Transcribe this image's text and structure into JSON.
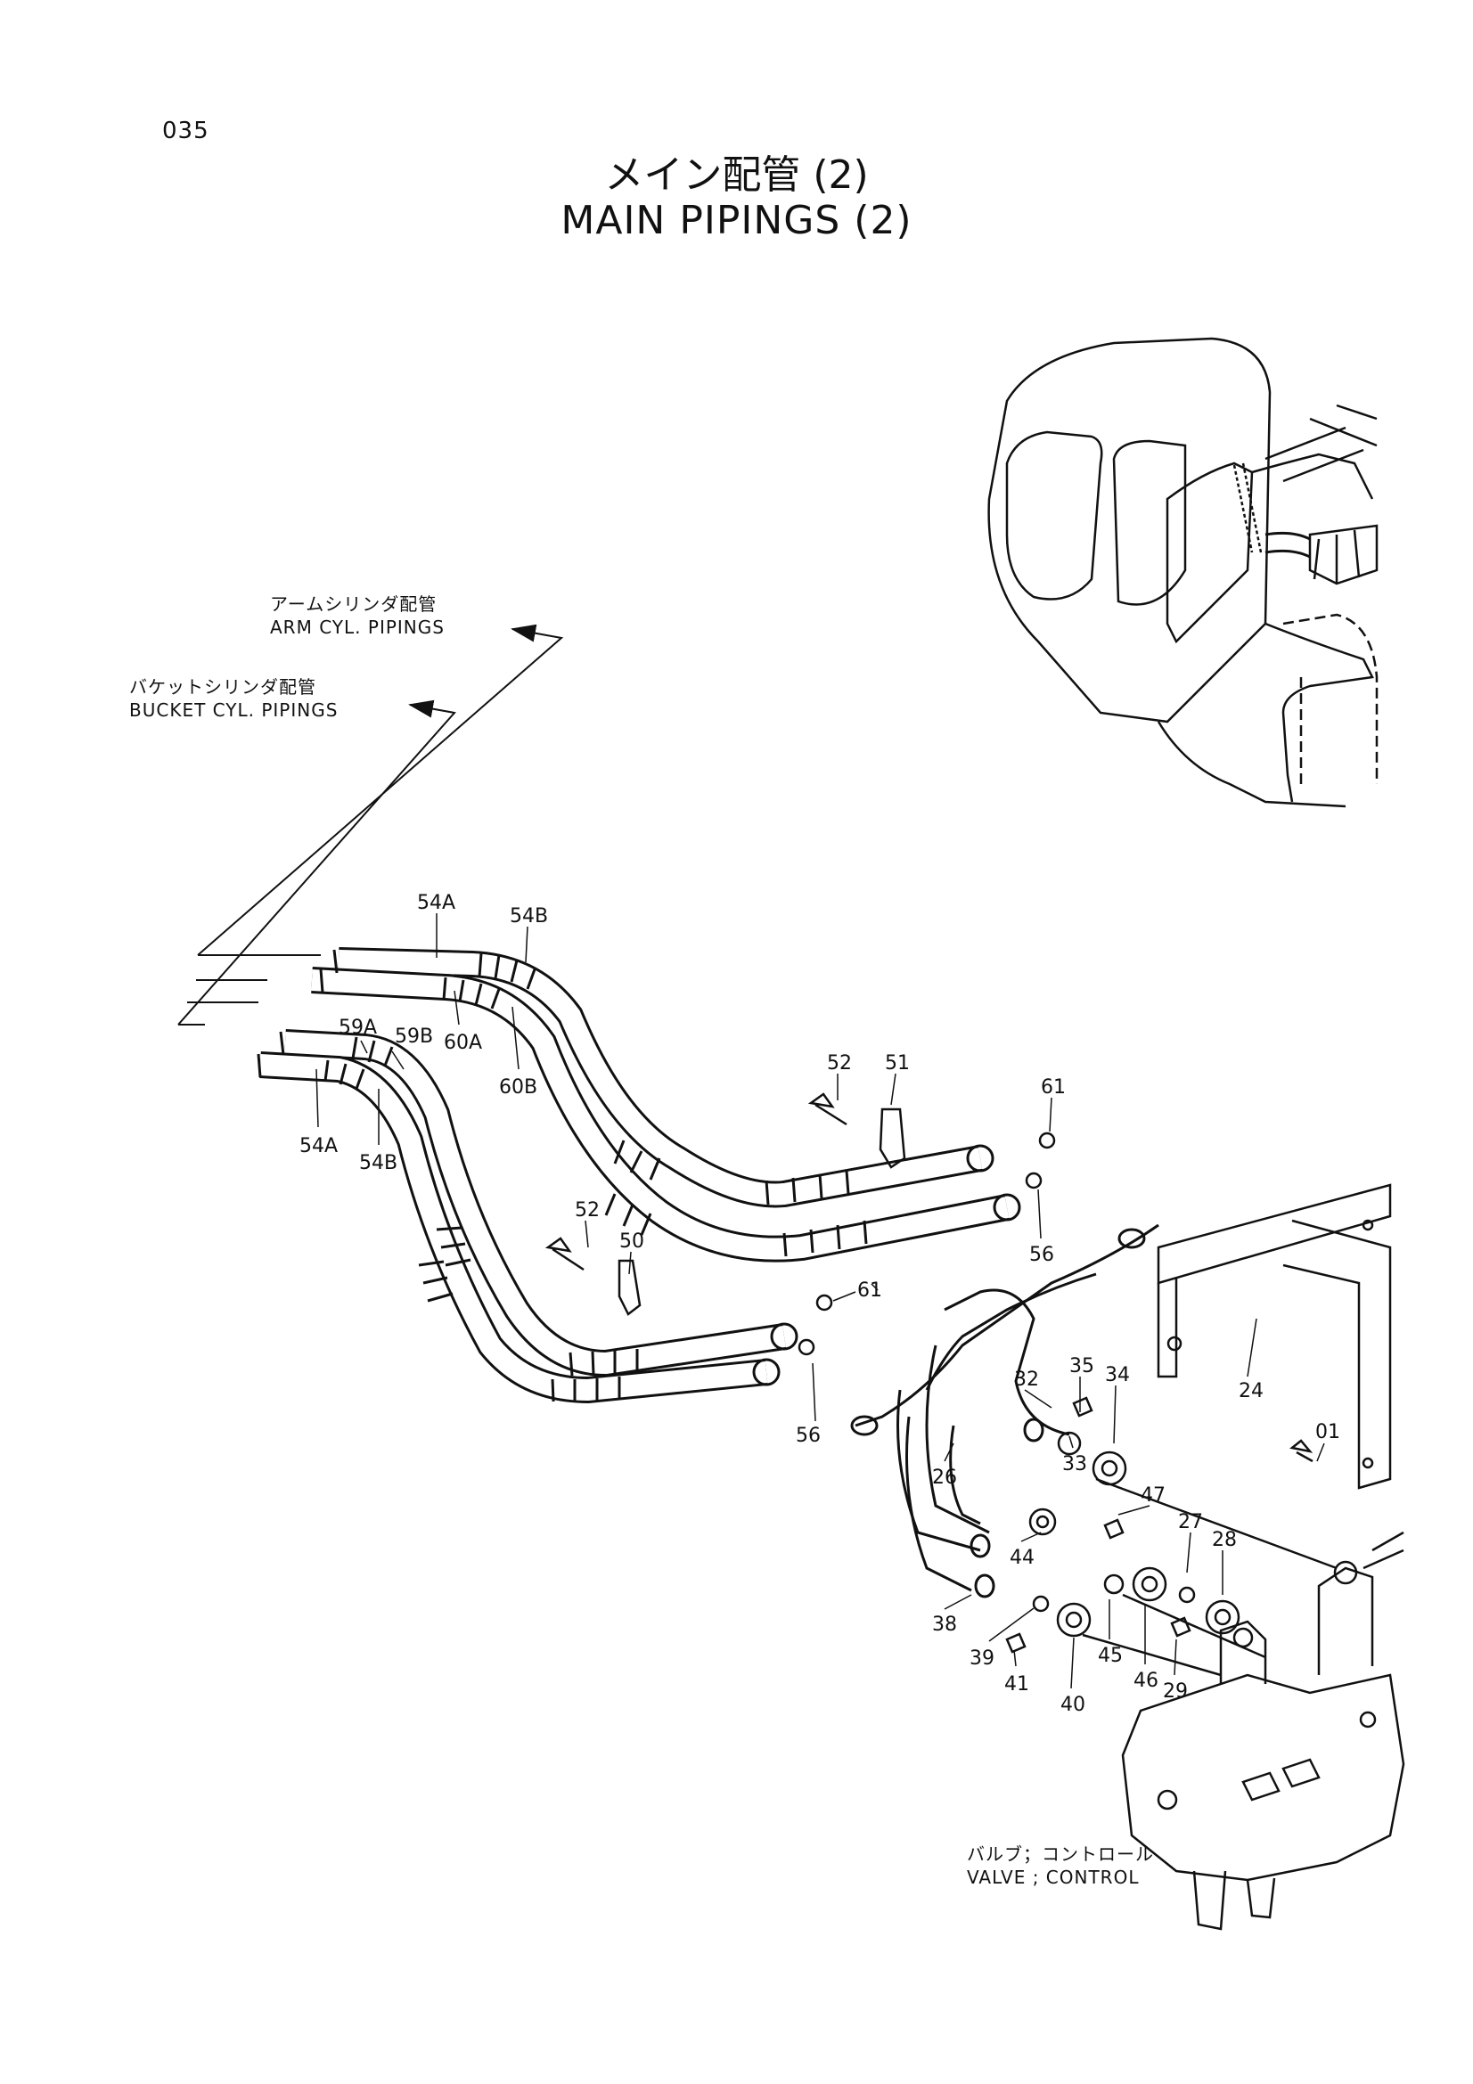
{
  "page_number": "035",
  "title": {
    "ja": "メイン配管 (2)",
    "en": "MAIN PIPINGS (2)"
  },
  "notes": {
    "arm": {
      "ja": "アームシリンダ配管",
      "en": "ARM CYL. PIPINGS"
    },
    "bucket": {
      "ja": "バケットシリンダ配管",
      "en": "BUCKET CYL. PIPINGS"
    },
    "valve": {
      "ja": "バルブ；コントロール",
      "en": "VALVE ; CONTROL"
    }
  },
  "part_labels": {
    "p54a_top": "54A",
    "p54b_top": "54B",
    "p59a": "59A",
    "p59b": "59B",
    "p60a": "60A",
    "p60b": "60B",
    "p54a_low": "54A",
    "p54b_low": "54B",
    "p52_top": "52",
    "p51": "51",
    "p61_top": "61",
    "p56_top": "56",
    "p52_low": "52",
    "p50": "50",
    "p61_low": "61",
    "p56_low": "56",
    "p24": "24",
    "p01": "01",
    "p32": "32",
    "p35": "35",
    "p34": "34",
    "p33": "33",
    "p47": "47",
    "p27": "27",
    "p28": "28",
    "p26": "26",
    "p44": "44",
    "p38": "38",
    "p39": "39",
    "p41": "41",
    "p40": "40",
    "p45": "45",
    "p46": "46",
    "p29": "29"
  }
}
